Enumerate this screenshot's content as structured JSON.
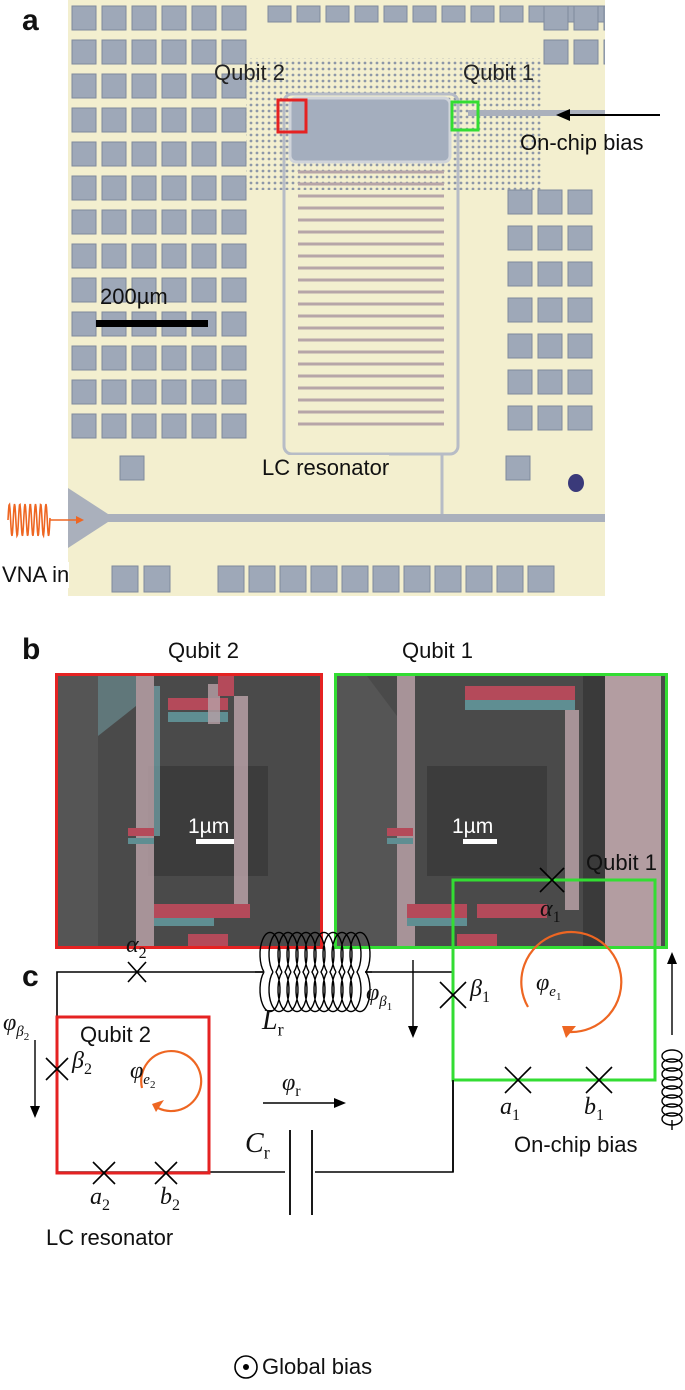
{
  "figure": {
    "panel_a": {
      "label": "a",
      "qubit2": "Qubit 2",
      "qubit1": "Qubit 1",
      "on_chip_bias": "On-chip bias",
      "scale_bar": "200µm",
      "lc_resonator": "LC resonator",
      "vna_in": "VNA in"
    },
    "panel_b": {
      "label": "b",
      "qubit2": "Qubit 2",
      "qubit1": "Qubit 1",
      "scale_left": "1µm",
      "scale_right": "1µm"
    },
    "panel_c": {
      "label": "c",
      "qubit1": "Qubit 1",
      "qubit2": "Qubit 2",
      "L_r": "L",
      "L_sub": "r",
      "C_r": "C",
      "C_sub": "r",
      "phi_r": "φ",
      "phi_r_sub": "r",
      "alpha2": "α",
      "alpha2_sub": "2",
      "alpha1": "α",
      "alpha1_sub": "1",
      "beta2": "β",
      "beta2_sub": "2",
      "beta1": "β",
      "beta1_sub": "1",
      "phi_beta2": "φ",
      "phi_beta2_sub": "β",
      "phi_beta2_subsub": "2",
      "phi_beta1": "φ",
      "phi_beta1_sub": "β",
      "phi_beta1_subsub": "1",
      "phi_e2": "φ",
      "phi_e2_sub": "e",
      "phi_e2_subsub": "2",
      "phi_e1": "φ",
      "phi_e1_sub": "e",
      "phi_e1_subsub": "1",
      "a2": "a",
      "a2_sub": "2",
      "b2": "b",
      "b2_sub": "2",
      "a1": "a",
      "a1_sub": "1",
      "b1": "b",
      "b1_sub": "1",
      "lc_resonator": "LC resonator",
      "on_chip_bias": "On-chip bias",
      "global_bias": "Global bias"
    },
    "colors": {
      "chip_bg": "#f3efcf",
      "pad": "#9ea8b8",
      "qubit2_box": "#e52222",
      "qubit1_box": "#33dd33",
      "arrow_orange": "#ee6622",
      "sem_bg": "#4a4a4a"
    }
  }
}
